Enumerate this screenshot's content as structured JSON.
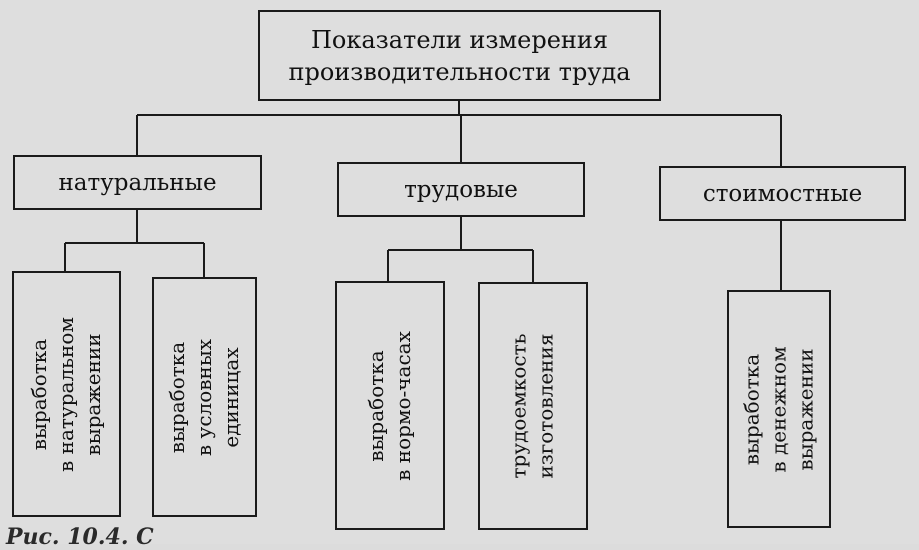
{
  "root": {
    "line1": "Показатели измерения",
    "line2": "производительности труда"
  },
  "categories": {
    "natural": "натуральные",
    "labor": "трудовые",
    "value": "стоимостные"
  },
  "leaves": [
    {
      "line1": "выработка",
      "line2": "в натуральном",
      "line3": "выражении"
    },
    {
      "line1": "выработка",
      "line2": "в условных",
      "line3": "единицах"
    },
    {
      "line1": "выработка",
      "line2": "в нормо-часах"
    },
    {
      "line1": "трудоемкость",
      "line2": "изготовления"
    },
    {
      "line1": "выработка",
      "line2": "в денежном",
      "line3": "выражении"
    }
  ],
  "caption": "Рис. 10.4. С"
}
